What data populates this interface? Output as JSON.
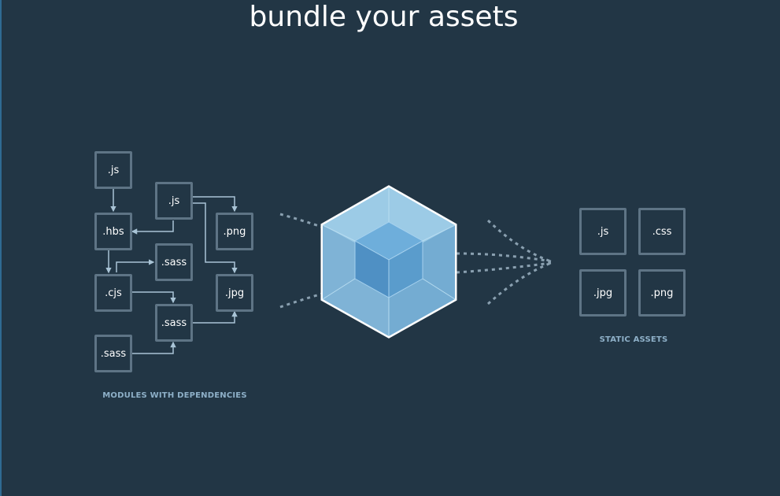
{
  "title": "bundle your assets",
  "modules": {
    "caption": "MODULES WITH DEPENDENCIES",
    "files": [
      ".js",
      ".hbs",
      ".cjs",
      ".sass",
      ".js",
      ".sass",
      ".sass",
      ".png",
      ".jpg"
    ]
  },
  "assets": {
    "caption": "STATIC ASSETS",
    "files": [
      ".js",
      ".css",
      ".jpg",
      ".png"
    ]
  },
  "colors": {
    "background": "#223645",
    "box_border": "#5e7485",
    "arrow": "#a9c4d6",
    "cube_inner": "#5599cc",
    "cube_outer": "#8ebfde"
  },
  "icons": {
    "bundler": "webpack-cube-icon"
  }
}
